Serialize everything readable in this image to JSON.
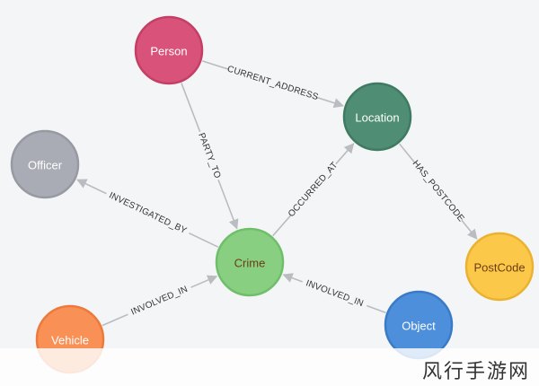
{
  "nodes": [
    {
      "id": "person",
      "label": "Person",
      "color": "#d9527a",
      "border": "#c43f66"
    },
    {
      "id": "location",
      "label": "Location",
      "color": "#4f8d74",
      "border": "#3f7a62"
    },
    {
      "id": "officer",
      "label": "Officer",
      "color": "#a9acb4",
      "border": "#979aa2"
    },
    {
      "id": "crime",
      "label": "Crime",
      "color": "#88cf82",
      "border": "#6fbe69"
    },
    {
      "id": "postcode",
      "label": "PostCode",
      "color": "#fbc849",
      "border": "#eab230"
    },
    {
      "id": "vehicle",
      "label": "Vehicle",
      "color": "#f99056",
      "border": "#ec7a3d"
    },
    {
      "id": "object",
      "label": "Object",
      "color": "#4d8fdb",
      "border": "#3a7bc7"
    }
  ],
  "edges": [
    {
      "id": "current-address",
      "from": "person",
      "to": "location",
      "label": "CURRENT_ADDRESS"
    },
    {
      "id": "party-to",
      "from": "person",
      "to": "crime",
      "label": "PARTY_TO"
    },
    {
      "id": "occurred-at",
      "from": "crime",
      "to": "location",
      "label": "OCCURRED_AT"
    },
    {
      "id": "has-postcode",
      "from": "location",
      "to": "postcode",
      "label": "HAS_POSTCODE"
    },
    {
      "id": "investigated-by",
      "from": "crime",
      "to": "officer",
      "label": "INVESTIGATED_BY"
    },
    {
      "id": "involved-in-vehicle",
      "from": "vehicle",
      "to": "crime",
      "label": "INVOLVED_IN"
    },
    {
      "id": "involved-in-object",
      "from": "object",
      "to": "crime",
      "label": "INVOLVED_IN"
    }
  ],
  "watermark": "风行手游网"
}
